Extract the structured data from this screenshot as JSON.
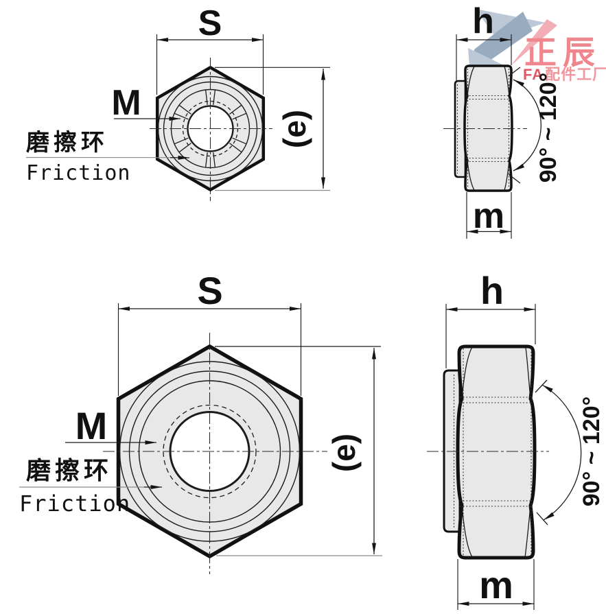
{
  "drawing": {
    "labels": {
      "width_across_flats": "S",
      "thread": "M",
      "height": "h",
      "body_height": "m",
      "corner_width": "(e)",
      "friction_ring_cn": "磨擦环",
      "friction_ring_en": "Friction",
      "chamfer_angle": "90° ~ 120°"
    },
    "colors": {
      "line": "#1c1c1c",
      "fill": "#e8e8e8",
      "gray_line": "#8c8c8c",
      "background": "#ffffff"
    }
  },
  "logo": {
    "name": "正辰",
    "subtitle_fa": "FA",
    "subtitle_rest": "配件工厂",
    "colors": {
      "name": "#ee7a82",
      "fa": "#dd4558",
      "rest": "#ef8b93",
      "swoosh_light": "#b6c3d2",
      "swoosh_mid": "#8fa3b8",
      "swoosh_pink": "#f2a6ad"
    }
  }
}
